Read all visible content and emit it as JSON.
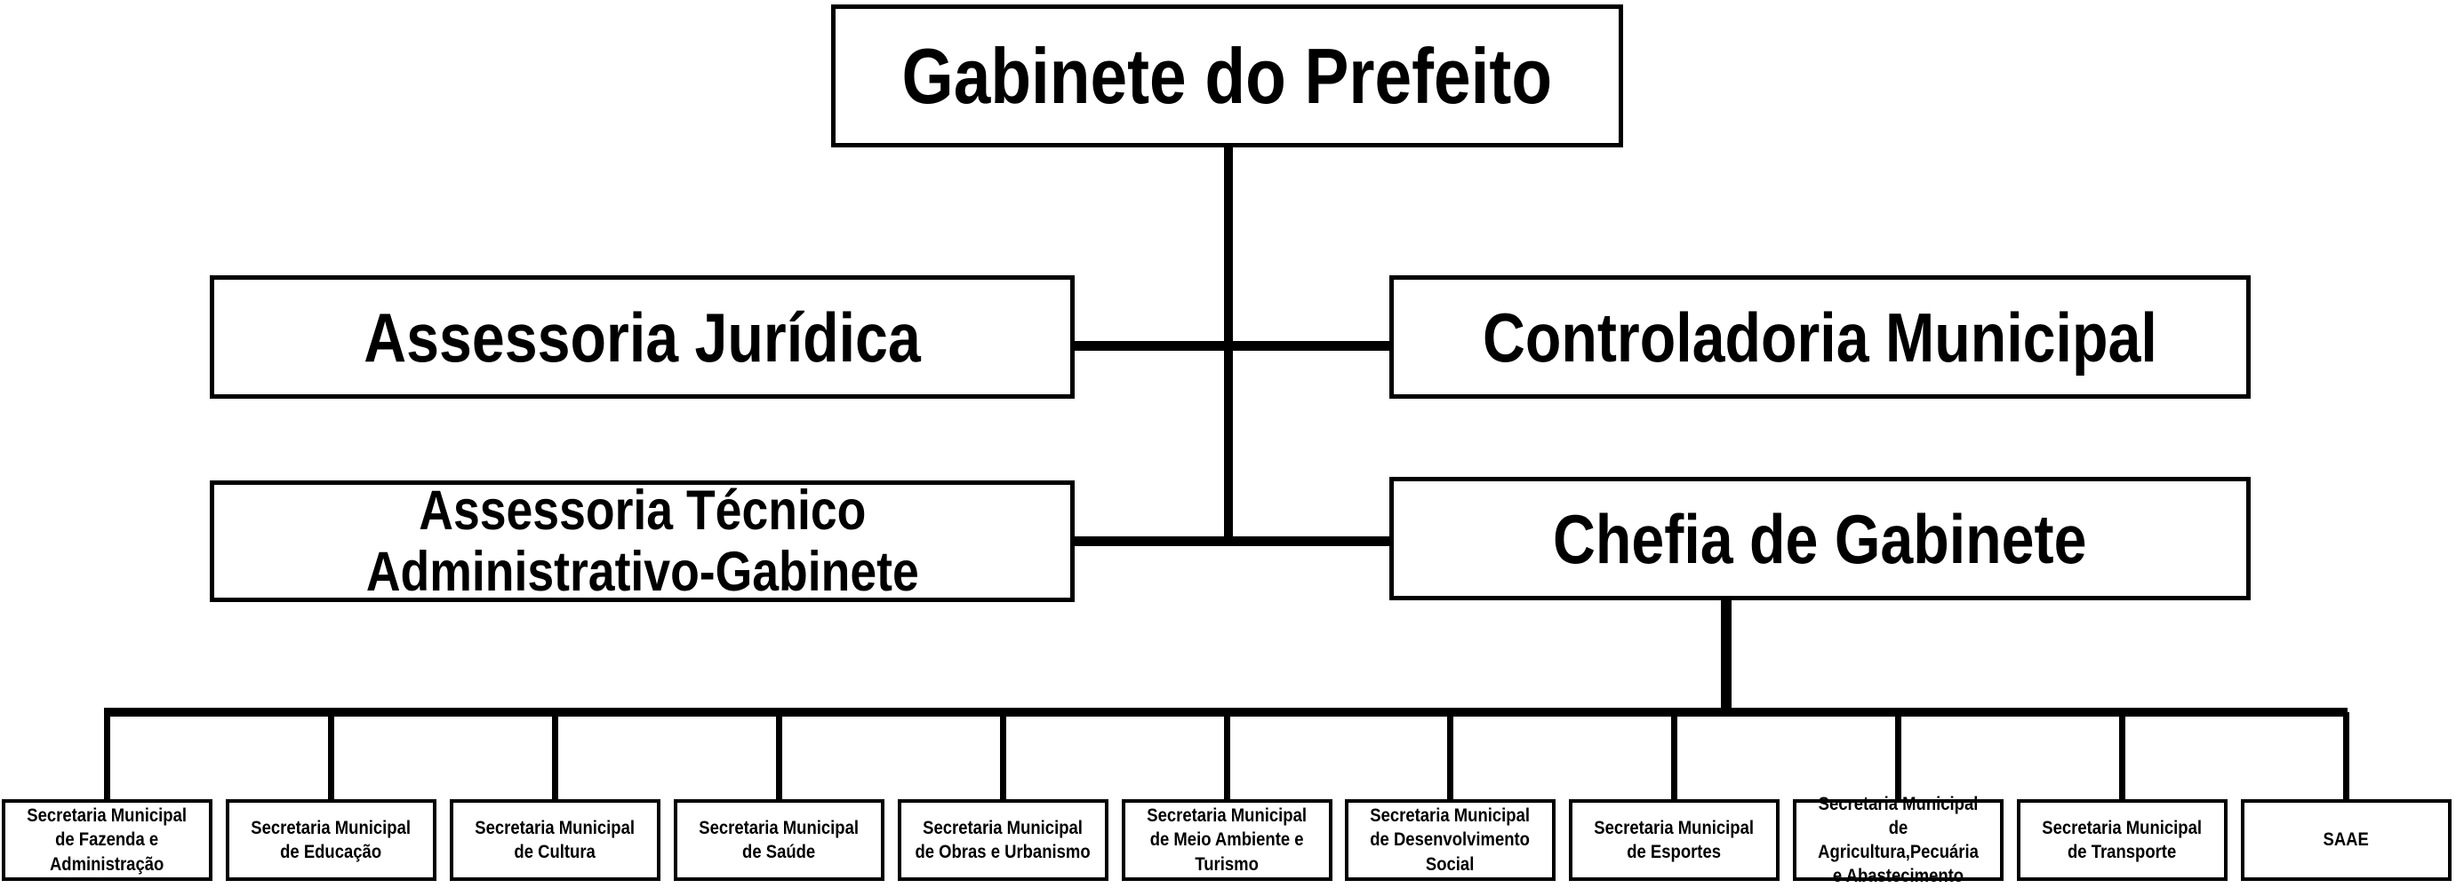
{
  "org_chart": {
    "title_node": {
      "label": "Gabinete do Prefeito"
    },
    "level2": [
      {
        "id": "assessoria-juridica",
        "label": "Assessoria Jurídica"
      },
      {
        "id": "controladoria-municipal",
        "label": "Controladoria Municipal"
      }
    ],
    "level3": [
      {
        "id": "assessoria-tecnico-administrativo-gabinete",
        "label": "Assessoria Técnico\nAdministrativo-Gabinete"
      },
      {
        "id": "chefia-de-gabinete",
        "label": "Chefia de Gabinete"
      }
    ],
    "secretarias": [
      {
        "label": "Secretaria Municipal\nde Fazenda e\nAdministração"
      },
      {
        "label": "Secretaria Municipal\nde Educação"
      },
      {
        "label": "Secretaria Municipal\nde Cultura"
      },
      {
        "label": "Secretaria Municipal\nde Saúde"
      },
      {
        "label": "Secretaria Municipal\nde Obras e Urbanismo"
      },
      {
        "label": "Secretaria Municipal\nde Meio Ambiente e\nTurismo"
      },
      {
        "label": "Secretaria Municipal\nde Desenvolvimento\nSocial"
      },
      {
        "label": "Secretaria Municipal\nde Esportes"
      },
      {
        "label": "Secretaria Municipal de\nAgricultura,Pecuária\ne Abastecimento"
      },
      {
        "label": "Secretaria Municipal\nde Transporte"
      },
      {
        "label": "SAAE"
      }
    ],
    "colors": {
      "line": "#000000",
      "box_background": "#ffffff",
      "text": "#000000"
    }
  }
}
